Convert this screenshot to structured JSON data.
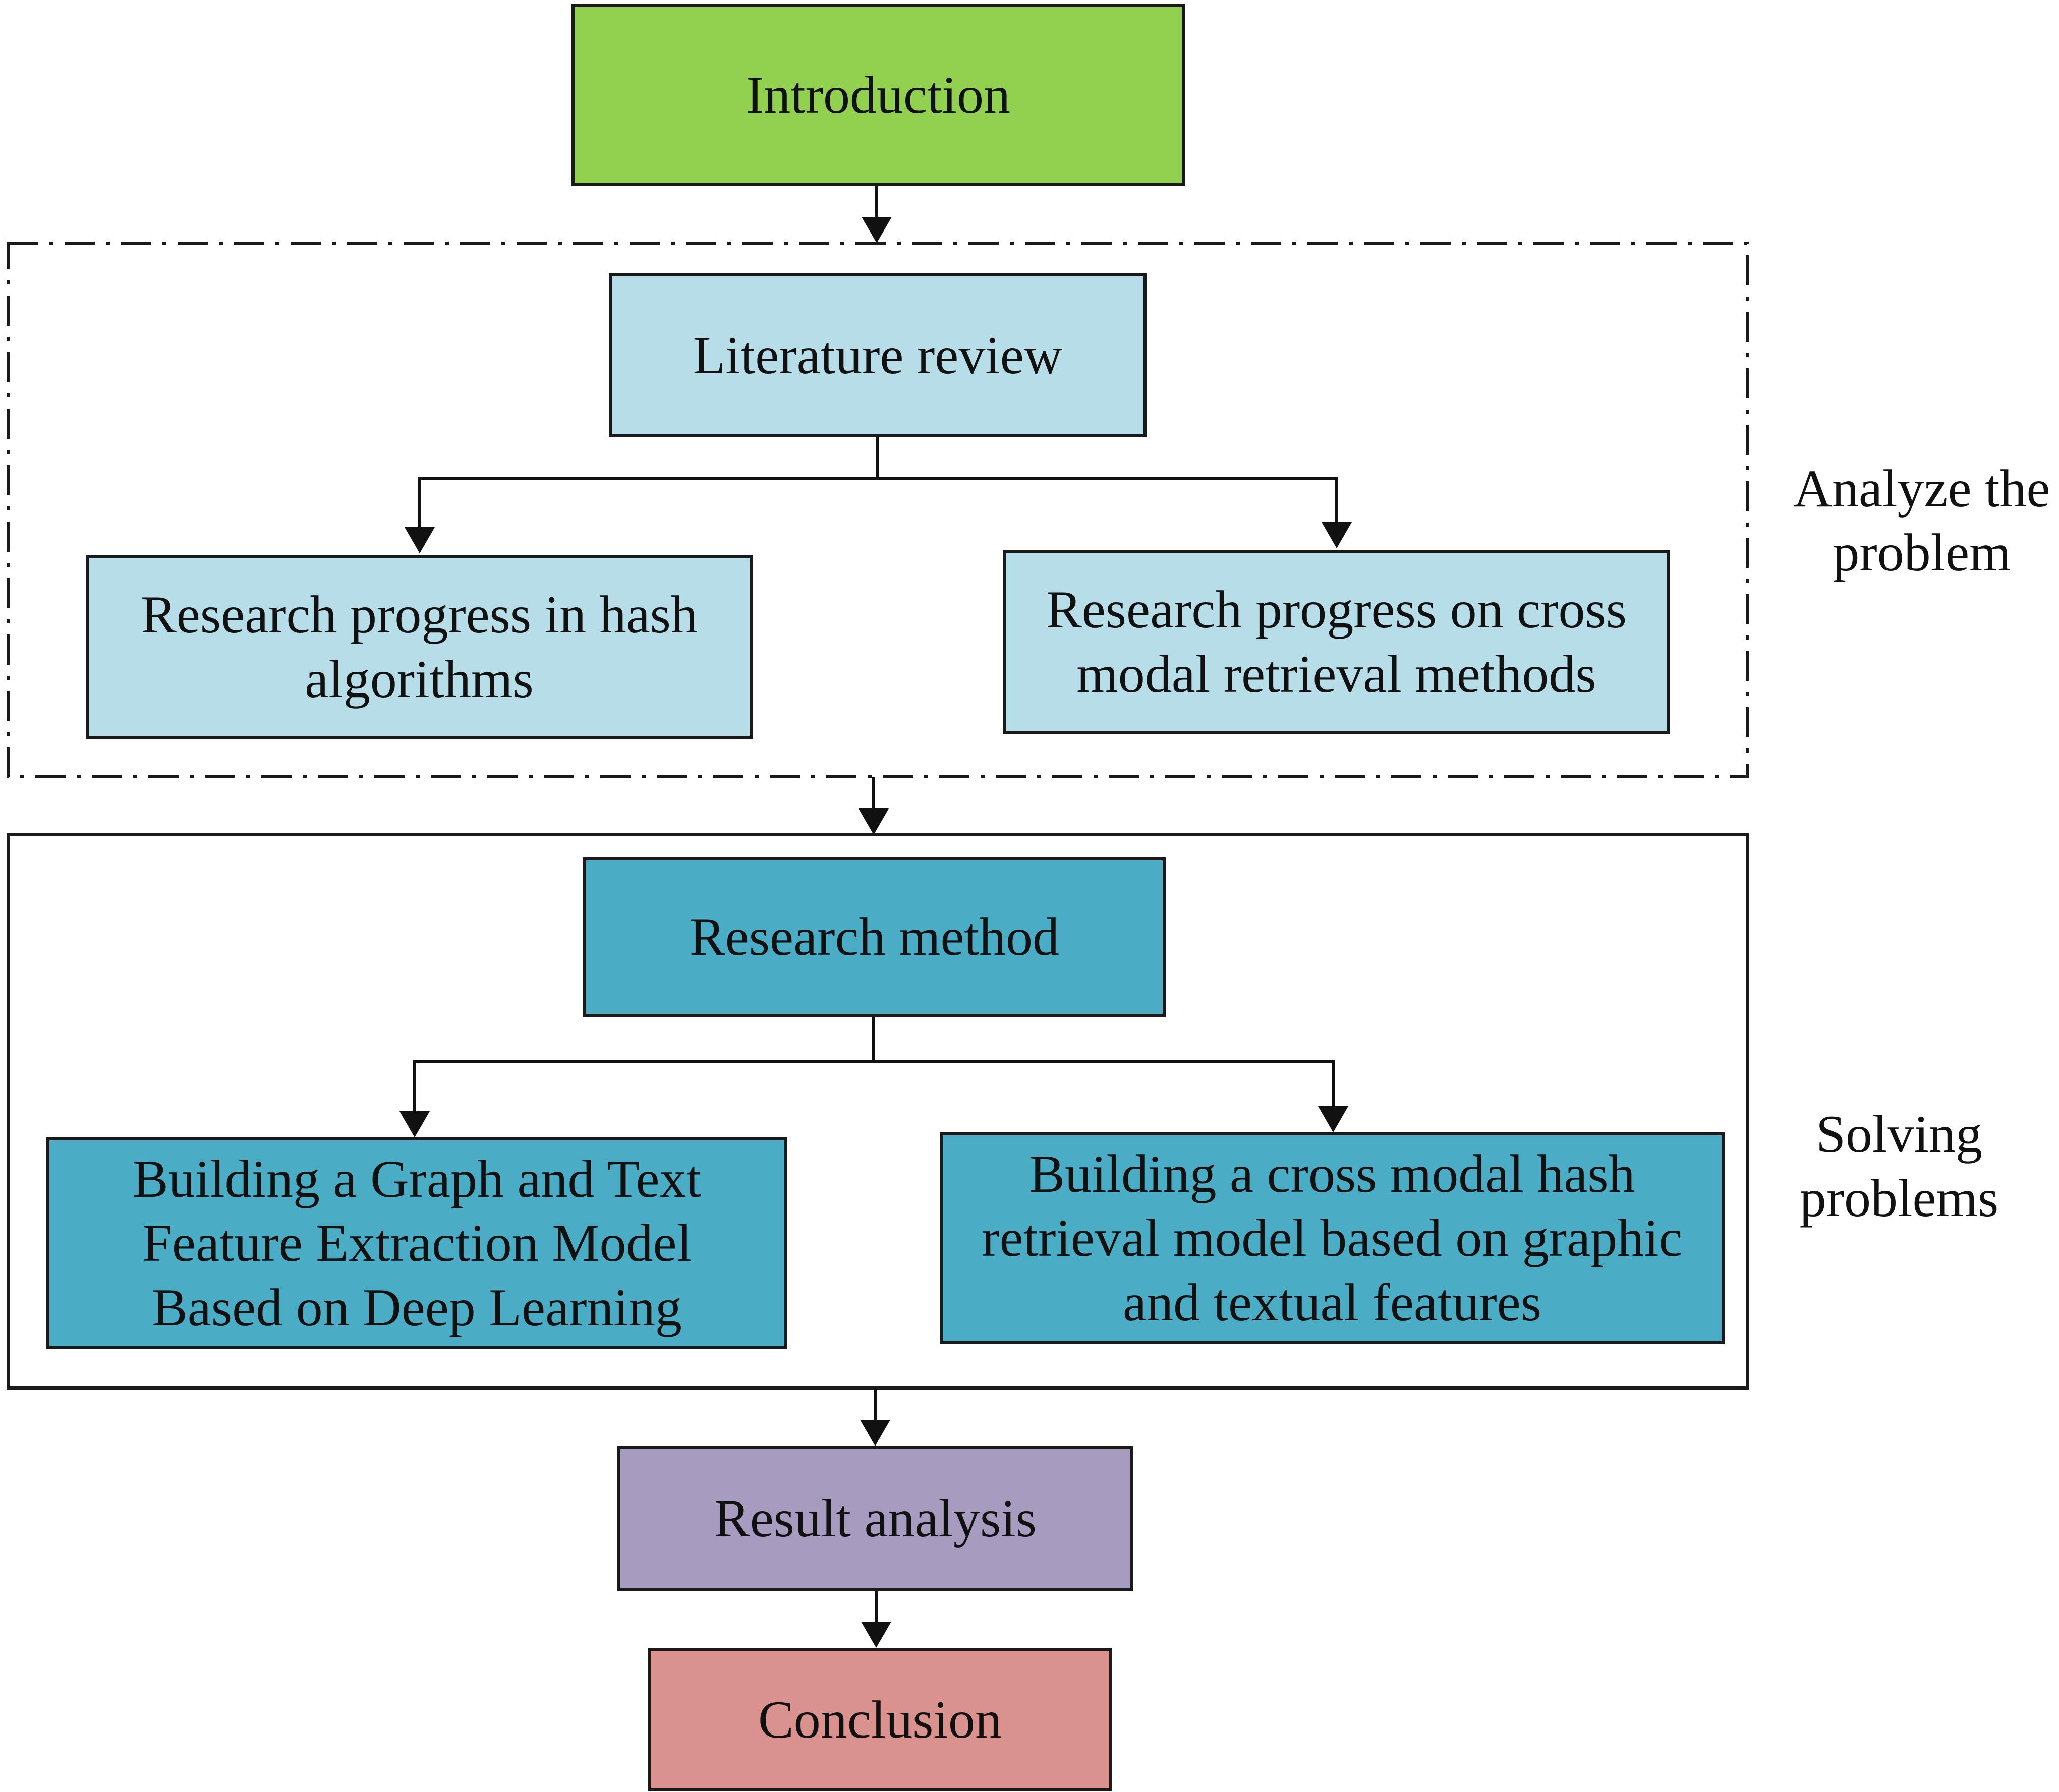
{
  "diagram": {
    "nodes": {
      "introduction": {
        "label": "Introduction",
        "color": "#92d050"
      },
      "literature_review": {
        "label": "Literature review",
        "color": "#b7dde8"
      },
      "hash_progress": {
        "label": "Research progress in hash\nalgorithms",
        "color": "#b7dde8"
      },
      "cross_modal_progress": {
        "label": "Research progress on cross\nmodal retrieval methods",
        "color": "#b7dde8"
      },
      "research_method": {
        "label": "Research method",
        "color": "#4bacc6"
      },
      "graph_text_model": {
        "label": "Building a Graph and Text\nFeature Extraction Model\nBased on Deep Learning",
        "color": "#4bacc6"
      },
      "cross_modal_hash_model": {
        "label": "Building a cross modal hash\nretrieval model based on graphic\nand textual features",
        "color": "#4bacc6"
      },
      "result_analysis": {
        "label": "Result analysis",
        "color": "#a89bc0"
      },
      "conclusion": {
        "label": "Conclusion",
        "color": "#d9928e"
      }
    },
    "groups": {
      "analyze": {
        "label": "Analyze the\nproblem",
        "border_style": "dash-dot"
      },
      "solving": {
        "label": "Solving\nproblems",
        "border_style": "solid"
      }
    },
    "edges": [
      {
        "from": "introduction",
        "to": "analyze"
      },
      {
        "from": "literature_review",
        "to": "hash_progress"
      },
      {
        "from": "literature_review",
        "to": "cross_modal_progress"
      },
      {
        "from": "analyze",
        "to": "solving"
      },
      {
        "from": "research_method",
        "to": "graph_text_model"
      },
      {
        "from": "research_method",
        "to": "cross_modal_hash_model"
      },
      {
        "from": "solving",
        "to": "result_analysis"
      },
      {
        "from": "result_analysis",
        "to": "conclusion"
      }
    ]
  }
}
